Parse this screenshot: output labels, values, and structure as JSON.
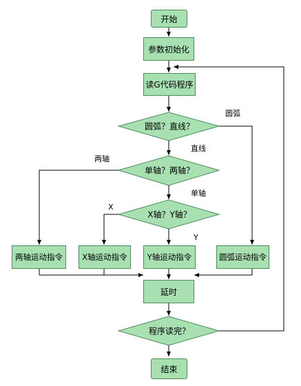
{
  "nodes": {
    "start": "开始",
    "init": "参数初始化",
    "read_gcode": "读G代码程序",
    "arc_or_line": "圆弧？直线？",
    "single_or_two_axis": "单轴？两轴？",
    "x_or_y_axis": "X轴？Y轴？",
    "two_axis_cmd": "两轴运动指令",
    "x_axis_cmd": "X轴运动指令",
    "y_axis_cmd": "Y轴运动指令",
    "arc_cmd": "圆弧运动指令",
    "delay": "延时",
    "program_done": "程序读完？",
    "end": "结束"
  },
  "edge_labels": {
    "arc": "圆弧",
    "line": "直线",
    "two_axis": "两轴",
    "single_axis": "单轴",
    "x": "X",
    "y": "Y"
  },
  "colors": {
    "fill": "#a8e0b2",
    "border": "#4a8c5a",
    "line": "#000000"
  }
}
